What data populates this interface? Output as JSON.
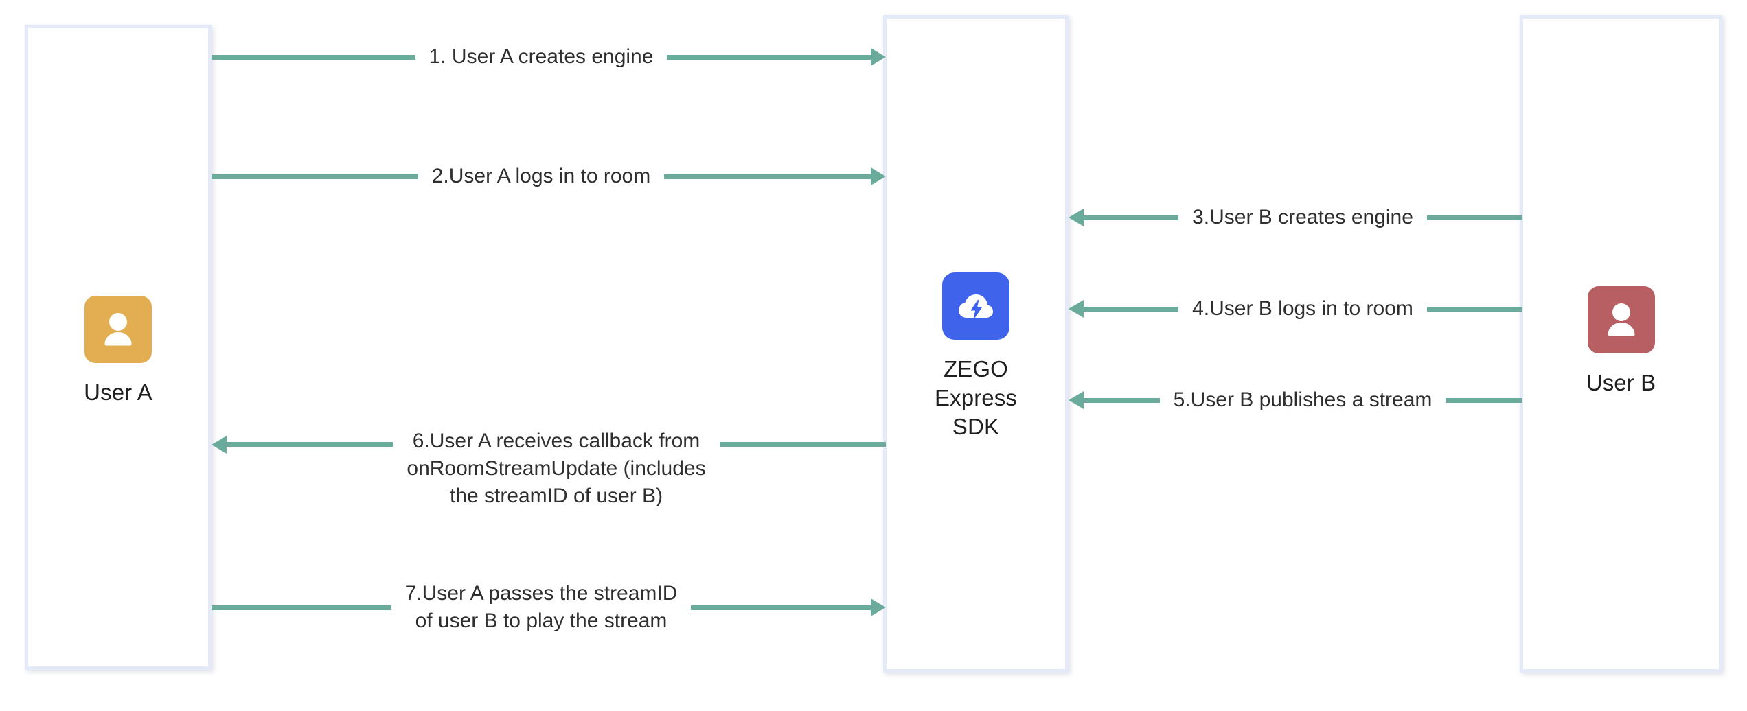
{
  "diagram": {
    "title": "ZEGO Express SDK stream publish/play sequence",
    "type": "sequence-diagram",
    "accent_line_color": "#6aab9c",
    "lane_border_color": "#e5eaf8",
    "background_color": "#ffffff",
    "text_color": "#2e2e2e"
  },
  "participants": [
    {
      "id": "user-a",
      "label": "User A",
      "icon": "user-avatar-icon",
      "icon_color": "#e3ae51"
    },
    {
      "id": "zego-sdk",
      "label": "ZEGO\nExpress\nSDK",
      "icon": "zego-cloud-bolt-icon",
      "icon_color": "#3f63ea"
    },
    {
      "id": "user-b",
      "label": "User B",
      "icon": "user-avatar-icon",
      "icon_color": "#b85f63"
    }
  ],
  "messages": [
    {
      "step": "1",
      "label": "1. User A creates engine",
      "from": "user-a",
      "to": "zego-sdk",
      "direction": "right"
    },
    {
      "step": "2",
      "label": "2.User A logs in to room",
      "from": "user-a",
      "to": "zego-sdk",
      "direction": "right"
    },
    {
      "step": "3",
      "label": "3.User B creates engine",
      "from": "user-b",
      "to": "zego-sdk",
      "direction": "left"
    },
    {
      "step": "4",
      "label": "4.User B logs in to room",
      "from": "user-b",
      "to": "zego-sdk",
      "direction": "left"
    },
    {
      "step": "5",
      "label": "5.User B publishes a stream",
      "from": "user-b",
      "to": "zego-sdk",
      "direction": "left"
    },
    {
      "step": "6",
      "label": "6.User A receives callback from\nonRoomStreamUpdate (includes\nthe streamID of user B)",
      "from": "zego-sdk",
      "to": "user-a",
      "direction": "left"
    },
    {
      "step": "7",
      "label": "7.User A passes the streamID\nof user B to play the stream",
      "from": "user-a",
      "to": "zego-sdk",
      "direction": "right"
    }
  ]
}
